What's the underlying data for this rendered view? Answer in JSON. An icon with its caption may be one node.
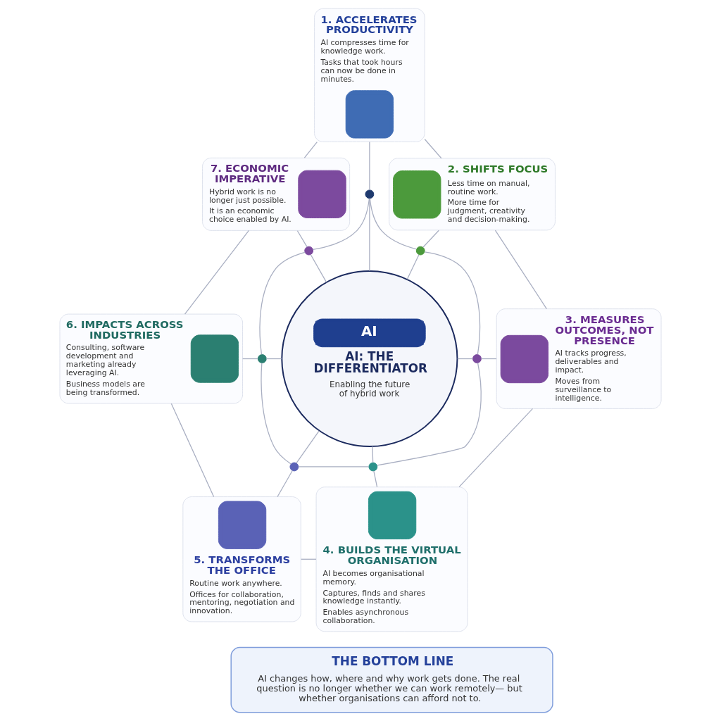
{
  "diagram": {
    "nodes": [
      {
        "text": [
          "1. ACCELERATES PRODUCTIVITY",
          "AI compresses time for knowledge work.",
          "Tasks that took hours can now be done in minutes."
        ]
      },
      {
        "text": [
          "7. ECONOMIC IMPERATIVE",
          "Hybrid work is no longer just possible.",
          "It is an economic choice enabled by AI."
        ]
      },
      {
        "text": [
          "2. SHIFTS FOCUS",
          "Less time on manual, routine work.",
          "More time for judgment, creativity and decision-making."
        ]
      },
      {
        "text": [],
        "shape": "circle"
      },
      {
        "text": [],
        "shape": "circle"
      },
      {
        "text": [],
        "shape": "circle"
      },
      {
        "text": [
          "AI",
          "AI: THE DIFFERENTIATOR",
          "Enabling the future of hybrid work"
        ]
      },
      {
        "text": [
          "6. IMPACTS ACROSS INDUSTRIES",
          "Consulting, software development and marketing already leveraging AI.",
          "Business models are being transformed."
        ]
      },
      {
        "text": [],
        "shape": "circle"
      },
      {
        "text": [],
        "shape": "circle"
      },
      {
        "text": [
          "3. MEASURES OUTCOMES, NOT PRESENCE",
          "AI tracks progress, deliverables and impact.",
          "Moves from surveillance to intelligence."
        ]
      },
      {
        "text": [],
        "shape": "circle"
      },
      {
        "text": [],
        "shape": "circle"
      },
      {
        "text": [
          "5. TRANSFORMS THE OFFICE",
          "Routine work anywhere.",
          "Offices for collaboration, mentoring, negotiation and innovation."
        ]
      },
      {
        "text": [
          "4. BUILDS THE VIRTUAL ORGANISATION",
          "AI becomes organisational memory.",
          "Captures, finds and shares knowledge instantly.",
          "Enables asynchronous collaboration."
        ]
      },
      {
        "text": [
          "THE BOTTOM LINE",
          "AI changes how, where and why work gets done. The real question is no longer whether we can work remotely— but whether organisations can afford not to."
        ]
      }
    ],
    "edges": [
      {
        "from": 0,
        "to": 1,
        "arrow": "none"
      },
      {
        "from": 0,
        "to": 2,
        "arrow": "none"
      },
      {
        "from": 1,
        "to": 7,
        "arrow": "none"
      },
      {
        "from": 2,
        "to": 10,
        "arrow": "none"
      },
      {
        "from": 7,
        "to": 13,
        "arrow": "none"
      },
      {
        "from": 10,
        "to": 14,
        "arrow": "none"
      },
      {
        "from": 13,
        "to": 14,
        "arrow": "none"
      },
      {
        "from": 3,
        "to": 4,
        "arrow": "none"
      },
      {
        "from": 3,
        "to": 5,
        "arrow": "none"
      },
      {
        "from": 4,
        "to": 8,
        "arrow": "none"
      },
      {
        "from": 5,
        "to": 9,
        "arrow": "none"
      },
      {
        "from": 8,
        "to": 11,
        "arrow": "none"
      },
      {
        "from": 9,
        "to": 12,
        "arrow": "none"
      },
      {
        "from": 11,
        "to": 12,
        "arrow": "none"
      },
      {
        "from": 0,
        "to": 3,
        "arrow": "none"
      },
      {
        "from": 1,
        "to": 4,
        "arrow": "none"
      },
      {
        "from": 2,
        "to": 5,
        "arrow": "none"
      },
      {
        "from": 7,
        "to": 8,
        "arrow": "none"
      },
      {
        "from": 9,
        "to": 10,
        "arrow": "none"
      },
      {
        "from": 11,
        "to": 13,
        "arrow": "none"
      },
      {
        "from": 12,
        "to": 14,
        "arrow": "none"
      },
      {
        "from": 3,
        "to": 6,
        "arrow": "none"
      },
      {
        "from": 4,
        "to": 6,
        "arrow": "none"
      },
      {
        "from": 5,
        "to": 6,
        "arrow": "none"
      },
      {
        "from": 8,
        "to": 6,
        "arrow": "none"
      },
      {
        "from": 6,
        "to": 9,
        "arrow": "none"
      },
      {
        "from": 6,
        "to": 11,
        "arrow": "none"
      },
      {
        "from": 6,
        "to": 12,
        "arrow": "none"
      }
    ]
  }
}
